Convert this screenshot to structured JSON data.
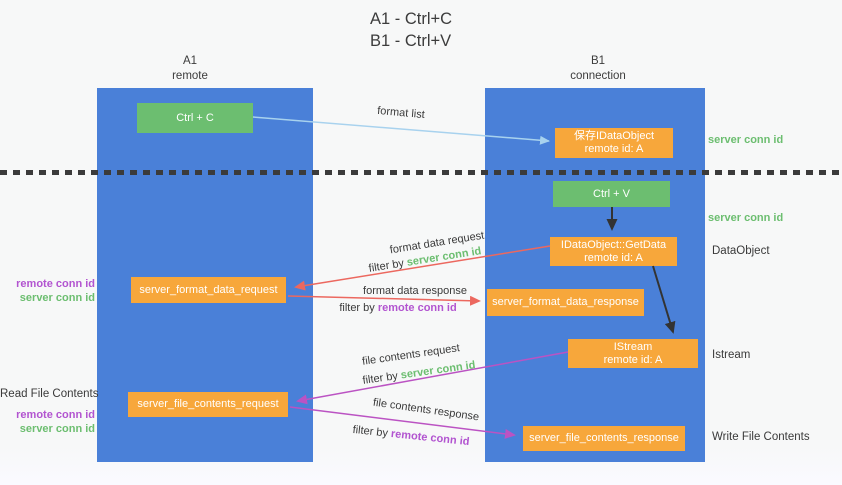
{
  "title": {
    "line1": "A1 - Ctrl+C",
    "line2": "B1 - Ctrl+V"
  },
  "lanes": {
    "a1": {
      "title": "A1",
      "subtitle": "remote"
    },
    "b1": {
      "title": "B1",
      "subtitle": "connection"
    }
  },
  "nodes": {
    "ctrl_c": {
      "label": "Ctrl + C"
    },
    "save_idataobject": {
      "line1": "保存IDataObject",
      "line2": "remote id: A"
    },
    "ctrl_v": {
      "label": "Ctrl + V"
    },
    "getdata": {
      "line1": "IDataObject::GetData",
      "line2": "remote id: A"
    },
    "format_request": {
      "label": "server_format_data_request"
    },
    "format_response": {
      "label": "server_format_data_response"
    },
    "istream": {
      "line1": "IStream",
      "line2": "remote id: A"
    },
    "file_request": {
      "label": "server_file_contents_request"
    },
    "file_response": {
      "label": "server_file_contents_response"
    }
  },
  "edge_labels": {
    "format_list": "format list",
    "format_data_request": "format data request",
    "format_data_response": "format data response",
    "file_contents_request": "file contents request",
    "file_contents_response": "file contents response",
    "filter_by": "filter by",
    "server_conn_id": "server conn id",
    "remote_conn_id": "remote conn id"
  },
  "side_labels": {
    "remote_conn_id": "remote conn id",
    "server_conn_id": "server conn id",
    "read_file_contents": "Read File Contents",
    "write_file_contents": "Write File Contents",
    "dataobject": "DataObject",
    "istream": "Istream"
  },
  "colors": {
    "lane_blue": "#4a80d8",
    "action_green": "#6cbe70",
    "node_orange": "#f7a73b",
    "arrow_salmon": "#ec685f",
    "arrow_magenta": "#bb53c3",
    "arrow_light_blue": "#a8d2ee",
    "arrow_black": "#333333",
    "text_green": "#6cbe70",
    "text_purple": "#b254d0"
  }
}
